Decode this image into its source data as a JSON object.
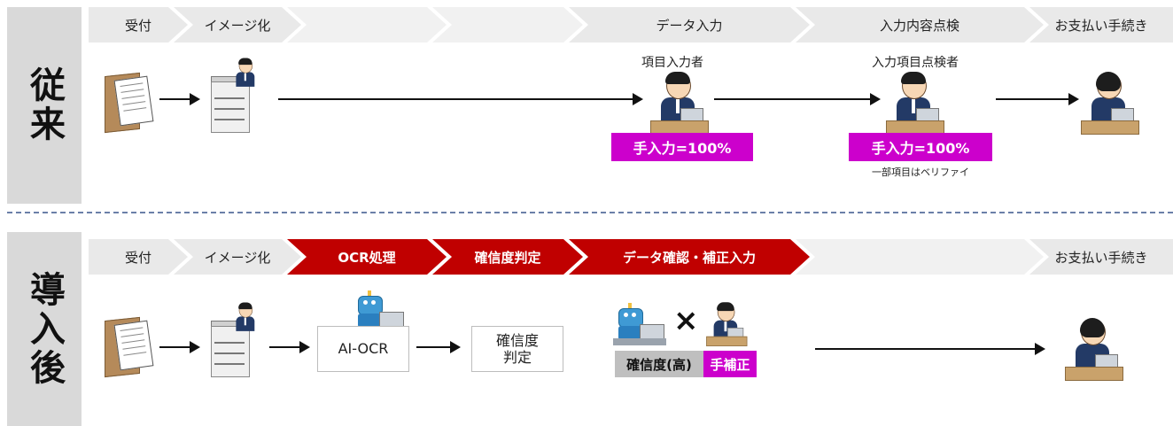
{
  "before": {
    "side_label": "従来",
    "steps": [
      "受付",
      "イメージ化",
      "",
      "",
      "データ入力",
      "入力内容点検",
      "お支払い手続き"
    ],
    "role_input": "項目入力者",
    "role_check": "入力項目点検者",
    "manual_input_1": "手入力=100%",
    "manual_input_2": "手入力=100%",
    "verify_note": "一部項目はベリファイ"
  },
  "after": {
    "side_label": "導入後",
    "steps": [
      "受付",
      "イメージ化",
      "OCR処理",
      "確信度判定",
      "データ確認・補正入力",
      "",
      "お支払い手続き"
    ],
    "ai_ocr": "AI-OCR",
    "confidence_box": "確信度\n判定",
    "confidence_line1": "確信度",
    "confidence_line2": "判定",
    "times_symbol": "×",
    "confidence_high": "確信度(高)",
    "manual_fix": "手補正"
  },
  "colors": {
    "active_step": "#c00000",
    "inactive_step": "#e9e9e9",
    "highlight": "#cc00cc",
    "side_bg": "#d9d9d9"
  }
}
